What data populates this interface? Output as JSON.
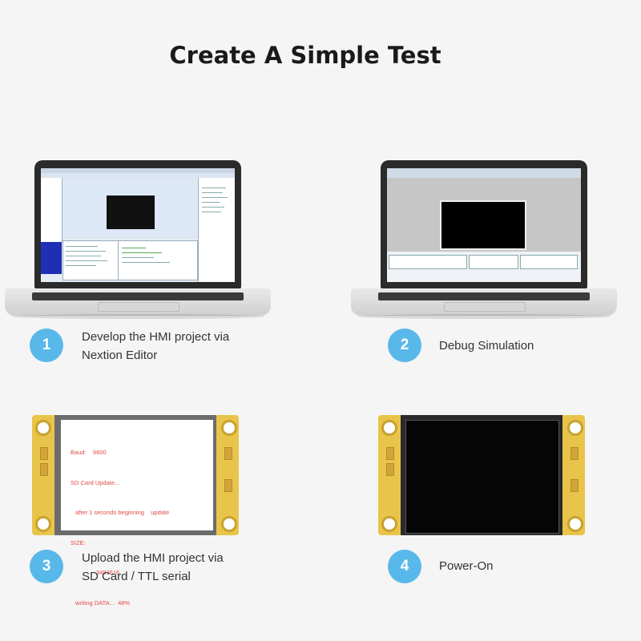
{
  "title": "Create A Simple Test",
  "steps": [
    {
      "number": "1",
      "caption": "Develop the HMI project via\nNextion Editor"
    },
    {
      "number": "2",
      "caption": "Debug Simulation"
    },
    {
      "number": "3",
      "caption": "Upload the HMI project via\nSD Card / TTL serial"
    },
    {
      "number": "4",
      "caption": "Power-On"
    }
  ],
  "display_log": {
    "baud": "Baud:    9600",
    "sd_update": "SD Card Update...",
    "after": "after 1 seconds beginning    update",
    "size_label": "SIZE:",
    "size_value": "3497616",
    "writing": "writing DATA...  48%"
  },
  "colors": {
    "accent": "#59b8ea",
    "board": "#e8c44a",
    "log_text": "#e34848"
  }
}
